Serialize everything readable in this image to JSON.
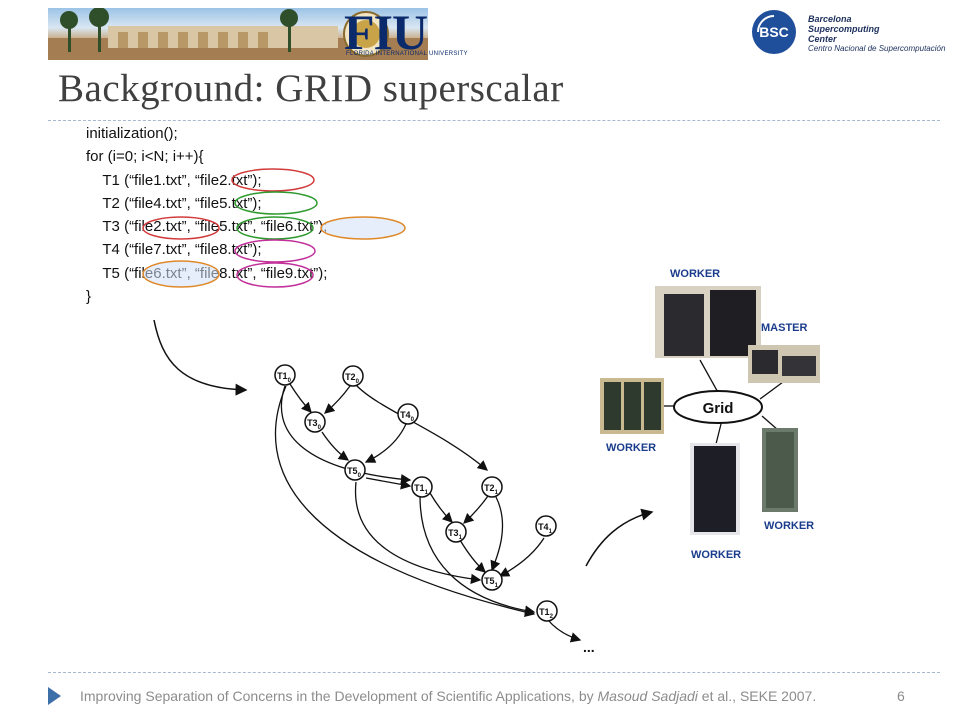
{
  "header": {
    "university_name": "FIU",
    "university_subtitle": "FLORIDA INTERNATIONAL UNIVERSITY",
    "bsc_badge": "BSC",
    "bsc_line1": "Barcelona",
    "bsc_line2": "Supercomputing",
    "bsc_line3": "Center",
    "bsc_line4": "Centro Nacional de Supercomputación"
  },
  "slide": {
    "title": "Background: GRID superscalar",
    "page_number": "6"
  },
  "code": {
    "lines": [
      "initialization();",
      "for (i=0; i<N; i++){",
      "    T1 (“file1.txt”, “file2.txt”);",
      "    T2 (“file4.txt”, “file5.txt”);",
      "    T3 (“file2.txt”, “file5.txt”, “file6.txt”);",
      "    T4 (“file7.txt”, “file8.txt”);",
      "    T5 (“file6.txt”, “file8.txt”, “file9.txt”);",
      "}"
    ]
  },
  "graph": {
    "nodes": [
      {
        "label": "T1",
        "sub": "0"
      },
      {
        "label": "T2",
        "sub": "0"
      },
      {
        "label": "T3",
        "sub": "0"
      },
      {
        "label": "T4",
        "sub": "0"
      },
      {
        "label": "T5",
        "sub": "0"
      },
      {
        "label": "T1",
        "sub": "1"
      },
      {
        "label": "T2",
        "sub": "1"
      },
      {
        "label": "T3",
        "sub": "1"
      },
      {
        "label": "T4",
        "sub": "1"
      },
      {
        "label": "T5",
        "sub": "1"
      },
      {
        "label": "T1",
        "sub": "2"
      }
    ],
    "ellipsis": "..."
  },
  "grid_diagram": {
    "center": "Grid",
    "labels": {
      "worker_top": "WORKER",
      "master": "MASTER",
      "worker_left": "WORKER",
      "worker_bottom": "WORKER",
      "worker_right": "WORKER"
    }
  },
  "footer": {
    "text_before": "Improving Separation of Concerns in the Development of Scientific Applications, by ",
    "author": "Masoud Sadjadi",
    "text_after": " et al., SEKE 2007."
  },
  "colors": {
    "title": "#404040",
    "footer_text": "#8c8c8c",
    "rule": "#a7b9cf",
    "fiu_blue": "#0b2a6b",
    "bsc_blue": "#1f4e9a",
    "red_ring": "#d23b3b",
    "green_ring": "#2f9a2f",
    "orange_ring": "#e0892a",
    "magenta_ring": "#c2309a",
    "blue_fill": "#cfe0f5",
    "grid_label_blue": "#1a3c8c"
  }
}
